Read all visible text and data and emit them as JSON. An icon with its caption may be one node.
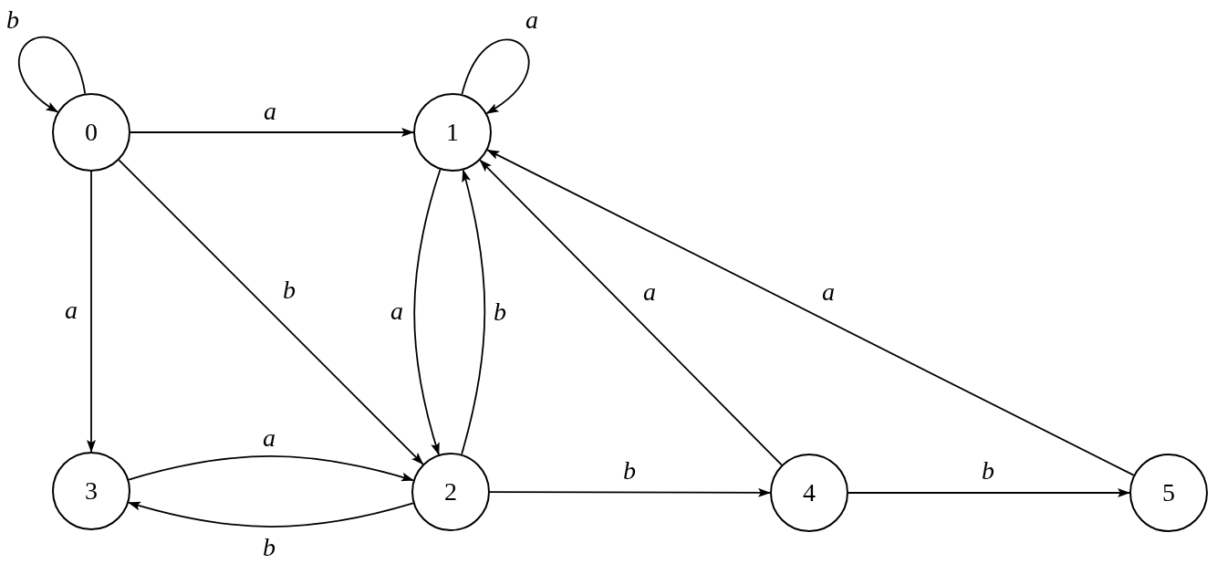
{
  "diagram": {
    "nodes": [
      {
        "text": [
          "0"
        ]
      },
      {
        "text": [
          "1"
        ]
      },
      {
        "text": [
          "3"
        ]
      },
      {
        "text": [
          "2"
        ]
      },
      {
        "text": [
          "4"
        ]
      },
      {
        "text": [
          "5"
        ]
      }
    ],
    "edges": [
      {
        "from": 0,
        "to": 0,
        "label": "b",
        "arrow": "to"
      },
      {
        "from": 1,
        "to": 1,
        "label": "a",
        "arrow": "to"
      },
      {
        "from": 0,
        "to": 1,
        "label": "a",
        "arrow": "to"
      },
      {
        "from": 0,
        "to": 2,
        "label": "a",
        "arrow": "to"
      },
      {
        "from": 0,
        "to": 3,
        "label": "b",
        "arrow": "to"
      },
      {
        "from": 1,
        "to": 3,
        "label": "a",
        "arrow": "to"
      },
      {
        "from": 3,
        "to": 1,
        "label": "b",
        "arrow": "to"
      },
      {
        "from": 2,
        "to": 3,
        "label": "a",
        "arrow": "to"
      },
      {
        "from": 3,
        "to": 2,
        "label": "b",
        "arrow": "to"
      },
      {
        "from": 3,
        "to": 4,
        "label": "b",
        "arrow": "to"
      },
      {
        "from": 4,
        "to": 5,
        "label": "b",
        "arrow": "to"
      },
      {
        "from": 4,
        "to": 1,
        "label": "a",
        "arrow": "to"
      },
      {
        "from": 5,
        "to": 1,
        "label": "a",
        "arrow": "to"
      }
    ]
  }
}
